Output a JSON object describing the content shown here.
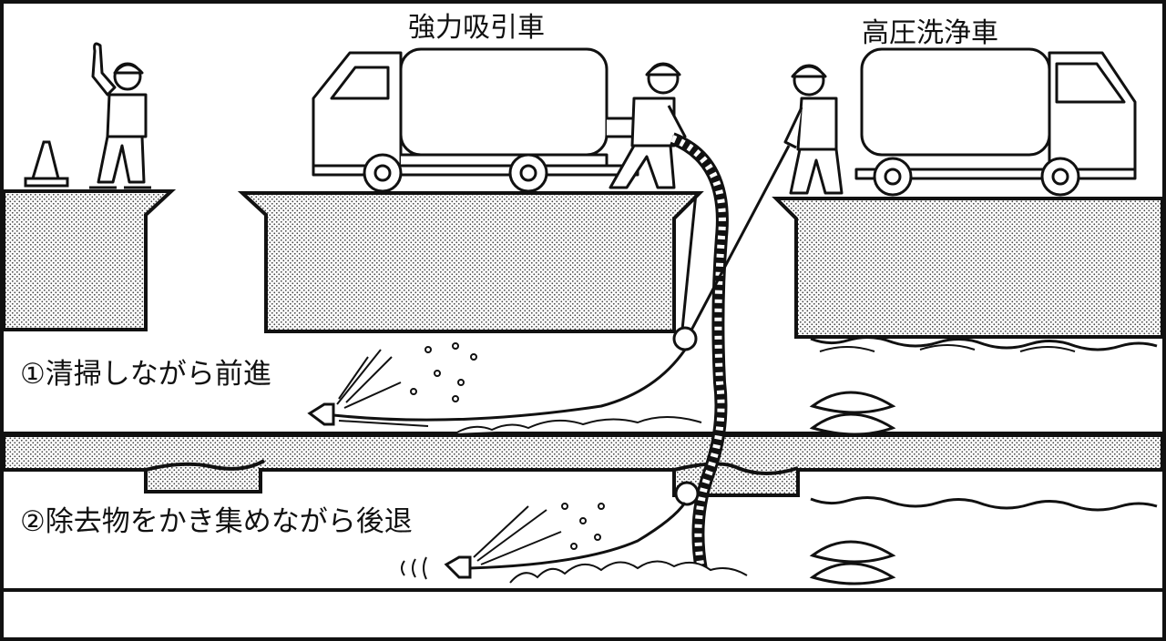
{
  "labels": {
    "suction_truck": "強力吸引車",
    "washer_truck": "高圧洗浄車",
    "step1": "①清掃しながら前進",
    "step2": "②除去物をかき集めながら後退"
  },
  "colors": {
    "ink": "#111111",
    "paper": "#ffffff",
    "screentone": "#9a9a9a"
  }
}
